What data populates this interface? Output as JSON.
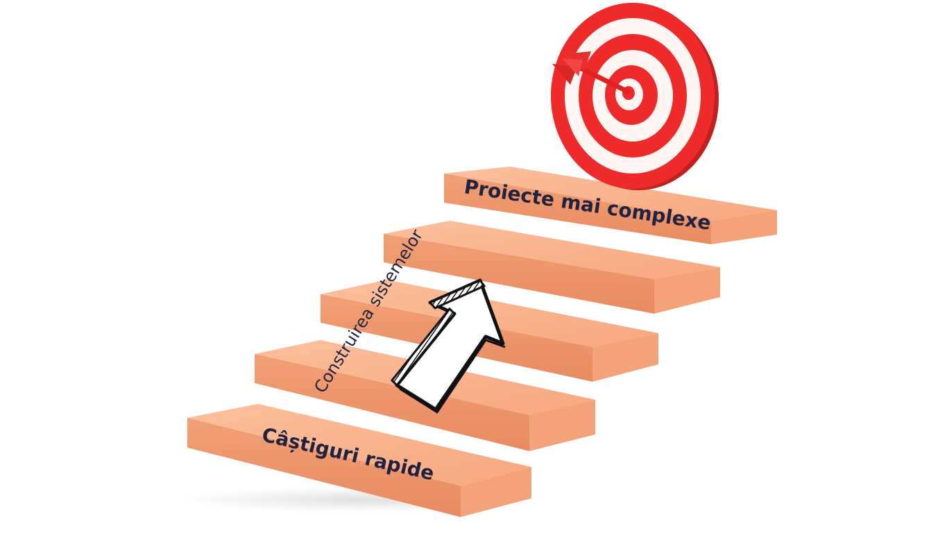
{
  "diagram": {
    "labels": {
      "top_step": "Proiecte mai complexe",
      "middle_arrow": "Construirea sistemelor",
      "bottom_step": "Câștiguri rapide"
    },
    "colors": {
      "step_top": "#fbb48d",
      "step_side": "#ee946a",
      "step_edge": "#f7a67c",
      "target_red": "#ee2a2a",
      "target_white": "#fff5f3",
      "text": "#1f2340",
      "arrow_stroke": "#111111"
    },
    "icons": [
      "target-icon",
      "dart-icon",
      "hand-drawn-arrow-icon"
    ]
  }
}
